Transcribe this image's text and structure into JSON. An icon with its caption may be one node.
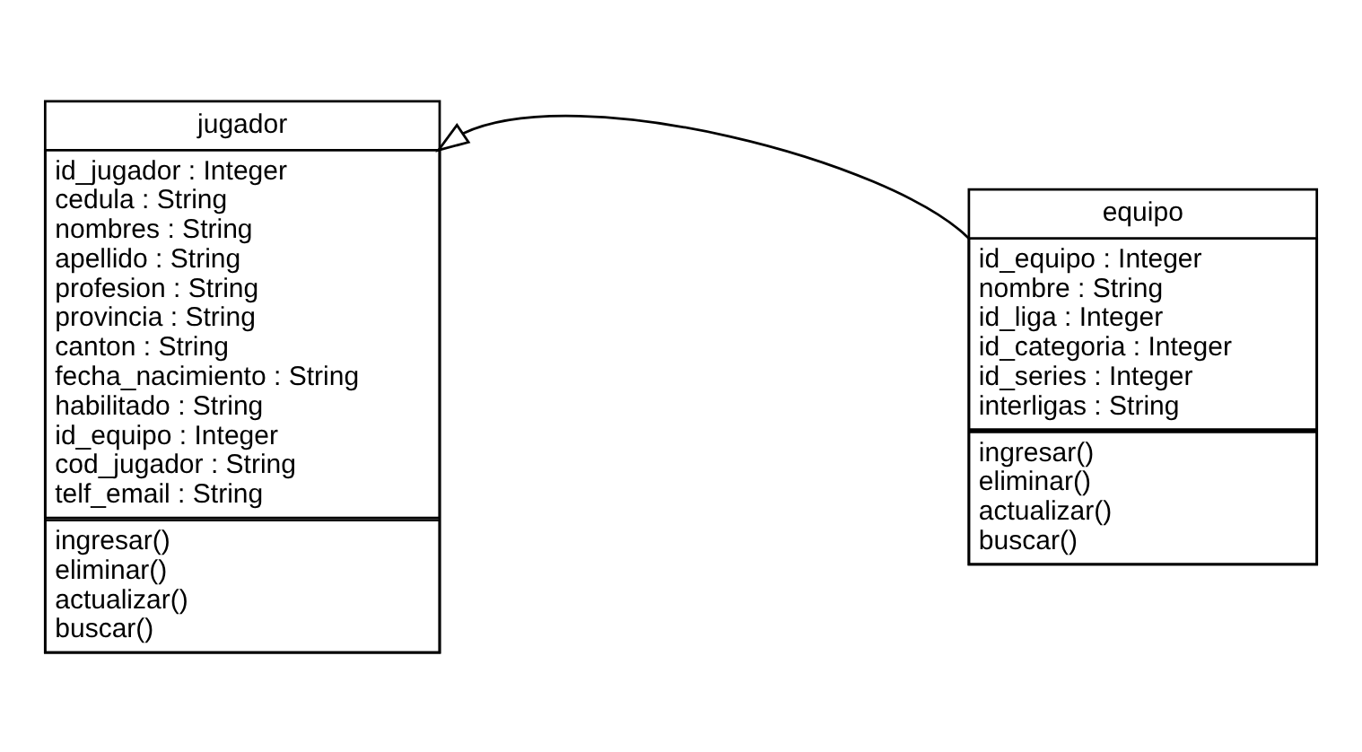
{
  "diagram": {
    "nodes": [
      {
        "text": [
          "jugador"
        ]
      },
      {
        "text": [
          "id_jugador : Integer",
          "cedula : String",
          "nombres : String",
          "apellido : String",
          "profesion : String",
          "provincia : String",
          "canton : String",
          "fecha_nacimiento : String",
          "habilitado : String",
          "id_equipo : Integer",
          "cod_jugador : String",
          "telf_email : String"
        ],
        "in": 0
      },
      {
        "text": [
          "ingresar()",
          "eliminar()",
          "actualizar()",
          "buscar()"
        ],
        "in": 0
      },
      {
        "text": [
          "equipo"
        ]
      },
      {
        "text": [
          "id_equipo : Integer",
          "nombre : String",
          "id_liga : Integer",
          "id_categoria : Integer",
          "id_series : Integer",
          "interligas : String"
        ],
        "in": 3
      },
      {
        "text": [
          "ingresar()",
          "eliminar()",
          "actualizar()",
          "buscar()"
        ],
        "in": 3
      }
    ],
    "edges": [
      {
        "from": 3,
        "to": 0,
        "arrow": "to"
      }
    ]
  }
}
